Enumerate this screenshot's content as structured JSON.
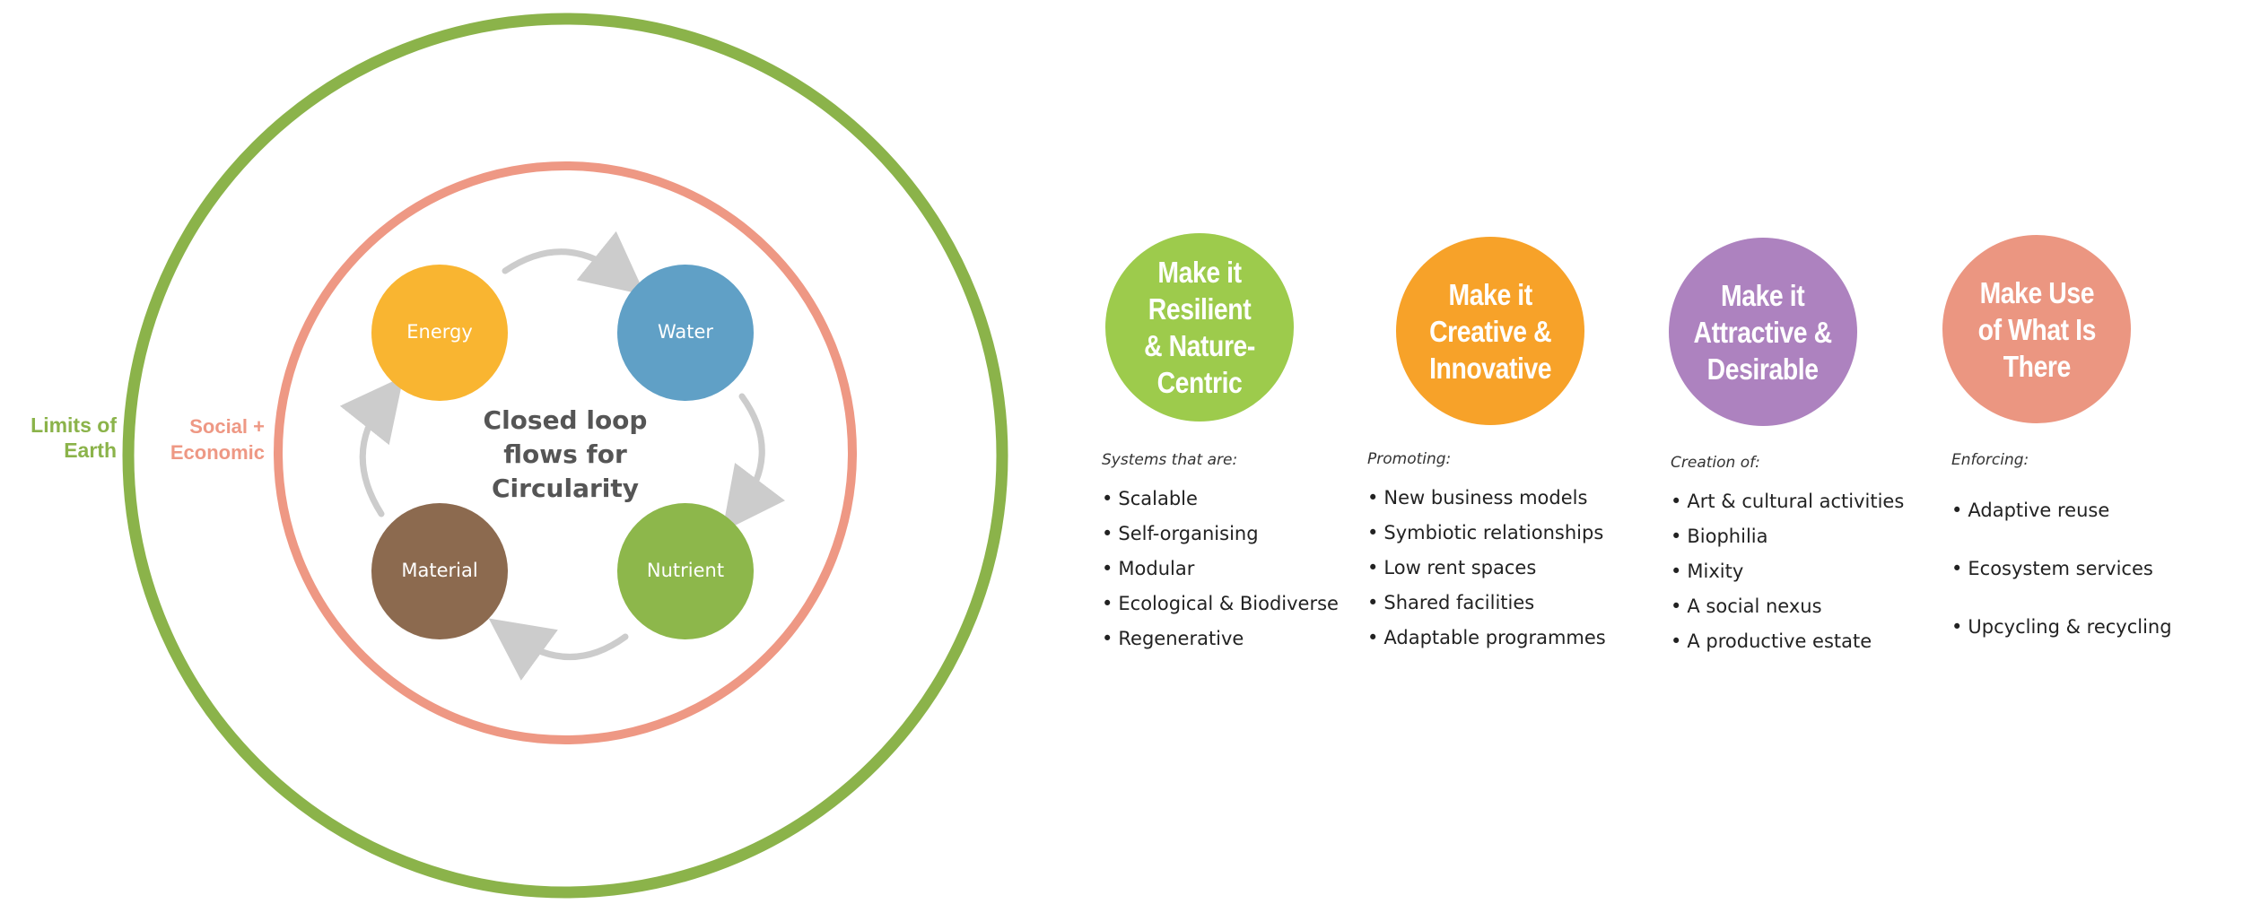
{
  "outer_label": "Limits of\nEarth",
  "inner_label": "Social +\nEconomic",
  "center_text": "Closed loop\nflows for\nCircularity",
  "nodes": {
    "energy": "Energy",
    "water": "Water",
    "nutrient": "Nutrient",
    "material": "Material"
  },
  "colors": {
    "outer_ring": "#8BB34A",
    "inner_ring": "#EE9884",
    "energy": "#F9B531",
    "water": "#60A0C6",
    "nutrient": "#8DB74B",
    "material": "#8C6A4F",
    "arrows": "#CCCCCC",
    "resilient": "#9DCB4C",
    "creative": "#F7A229",
    "attractive": "#AD82BF",
    "make_use": "#EB9681"
  },
  "principles": [
    {
      "title": "Make it\nResilient\n& Nature-\nCentric",
      "intro": "Systems that are:",
      "items": [
        "Scalable",
        "Self-organising",
        "Modular",
        "Ecological & Biodiverse",
        "Regenerative"
      ]
    },
    {
      "title": "Make it\nCreative &\nInnovative",
      "intro": "Promoting:",
      "items": [
        "New business models",
        "Symbiotic relationships",
        "Low rent spaces",
        "Shared facilities",
        "Adaptable programmes"
      ]
    },
    {
      "title": "Make it\nAttractive &\nDesirable",
      "intro": "Creation of:",
      "items": [
        "Art & cultural activities",
        "Biophilia",
        "Mixity",
        "A social nexus",
        "A productive estate"
      ]
    },
    {
      "title": "Make Use\nof What Is\nThere",
      "intro": "Enforcing:",
      "items": [
        "Adaptive reuse",
        "Ecosystem services",
        "Upcycling & recycling"
      ]
    }
  ]
}
